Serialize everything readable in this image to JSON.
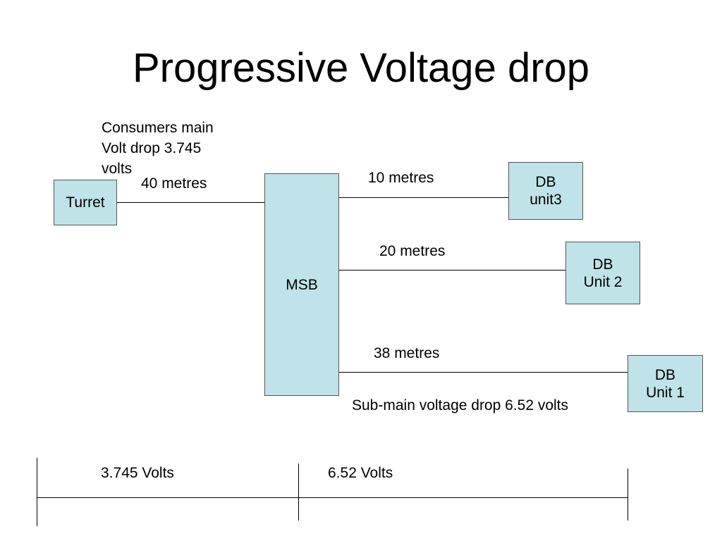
{
  "title": "Progressive Voltage drop",
  "colors": {
    "box_fill": "#bfe3e8",
    "line": "#000000"
  },
  "nodes": {
    "turret": "Turret",
    "msb": "MSB",
    "db_unit3": "DB\nunit3",
    "db_unit2": "DB\nUnit 2",
    "db_unit1": "DB\nUnit 1"
  },
  "distances": {
    "turret_msb": "40 metres",
    "msb_unit3": "10 metres",
    "msb_unit2": "20 metres",
    "msb_unit1": "38 metres"
  },
  "notes": {
    "consumers_main": "Consumers main\nVolt drop  3.745\nvolts",
    "sub_main": "Sub-main voltage drop 6.52 volts"
  },
  "scale": {
    "first_segment": "3.745 Volts",
    "second_segment": "6.52 Volts"
  }
}
